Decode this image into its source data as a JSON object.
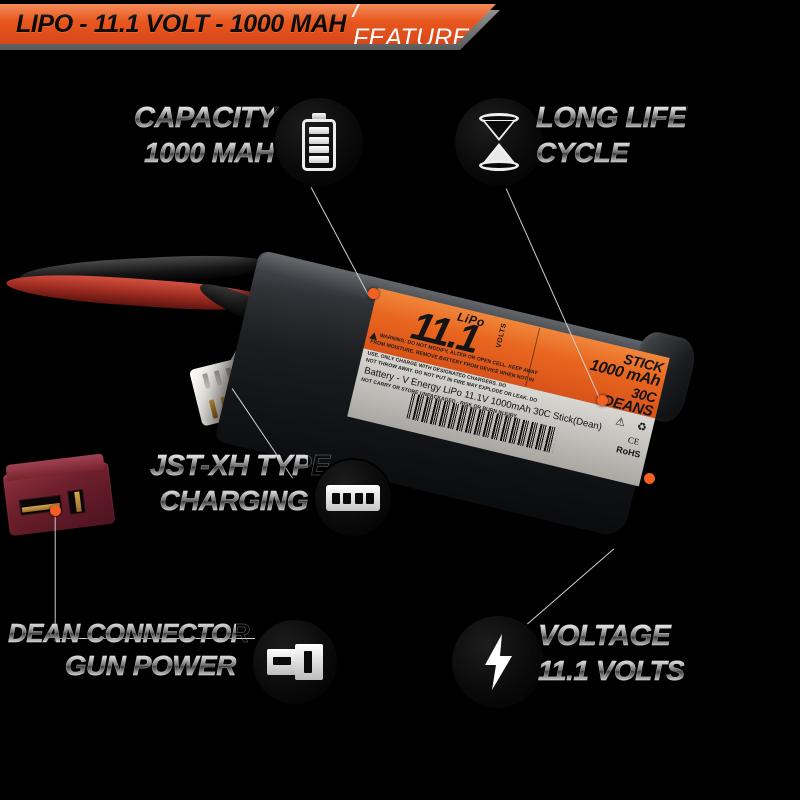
{
  "header": {
    "title": "LIPO - 11.1 VOLT - 1000 MAH",
    "subtitle": "/ FEATURES",
    "accent_color": "#e8561e"
  },
  "features": [
    {
      "id": "capacity",
      "line1": "CAPACITY",
      "line2": "1000 MAH",
      "icon": "battery-icon"
    },
    {
      "id": "long-life",
      "line1": "LONG LIFE",
      "line2": "CYCLE",
      "icon": "hourglass-icon"
    },
    {
      "id": "jst-xh",
      "line1": "JST-XH TYPE",
      "line2": "CHARGING",
      "icon": "jst-connector-icon"
    },
    {
      "id": "deans",
      "line1": "DEAN CONNECTOR",
      "line2": "GUN POWER",
      "icon": "deans-plug-icon"
    },
    {
      "id": "voltage",
      "line1": "VOLTAGE",
      "line2": "11.1 VOLTS",
      "icon": "lightning-bolt-icon"
    }
  ],
  "product": {
    "label_orange": {
      "chemistry": "LiPo",
      "voltage": "11.1",
      "voltage_unit": "VOLTS",
      "spec_1": "STICK",
      "spec_2": "1000 mAh",
      "spec_3": "30C",
      "spec_4": "DEANS"
    },
    "label_silver": {
      "description": "Battery - V Energy LiPo 11.1V 1000mAh 30C Stick(Dean)",
      "rohs": "RoHS",
      "ce": "CE",
      "warning_lines": [
        "WARNING: DO NOT MODIFY, ALTER OR OPEN CELL. KEEP AWAY",
        "FROM MOISTURE. REMOVE BATTERY FROM DEVICE WHEN NOT IN",
        "USE. ONLY CHARGE WITH DESIGNATED CHARGERS. DO",
        "NOT THROW AWAY. DO NOT PUT IN FIRE MAY EXPLODE OR LEAK. DO",
        "NOT CARRY OR STORE UNPACKAGED - RISK OR BURN INJURY."
      ]
    },
    "callout_dot_color": "#f4601f"
  }
}
